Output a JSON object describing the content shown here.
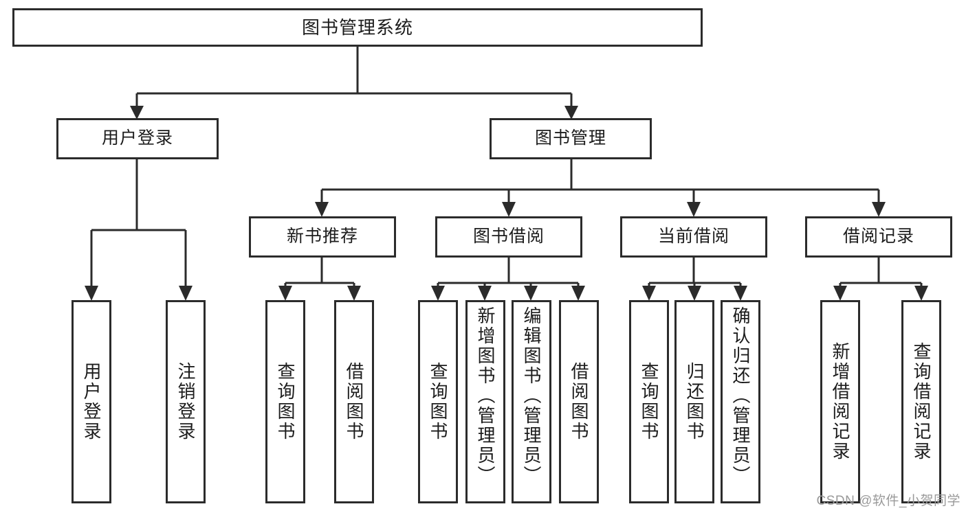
{
  "diagram": {
    "type": "tree-hierarchy",
    "title": "图书管理系统",
    "watermark": "CSDN @软件_小贺同学",
    "colors": {
      "stroke": "#2b2b2b",
      "fill": "#ffffff",
      "text": "#1c1c1c",
      "watermark": "#9a9a9a"
    },
    "nodes": {
      "root": {
        "label": "图书管理系统",
        "level": 1
      },
      "level2": [
        {
          "id": "user-login",
          "label": "用户登录"
        },
        {
          "id": "book-manage",
          "label": "图书管理"
        }
      ],
      "level3": [
        {
          "id": "new-book-rec",
          "label": "新书推荐",
          "parent": "book-manage"
        },
        {
          "id": "book-borrow",
          "label": "图书借阅",
          "parent": "book-manage"
        },
        {
          "id": "current-borrow",
          "label": "当前借阅",
          "parent": "book-manage"
        },
        {
          "id": "borrow-record",
          "label": "借阅记录",
          "parent": "book-manage"
        }
      ],
      "leaves": [
        {
          "id": "leaf-user-login",
          "label": "用户登录",
          "parent": "user-login"
        },
        {
          "id": "leaf-logout",
          "label": "注销登录",
          "parent": "user-login"
        },
        {
          "id": "leaf-query-book-1",
          "label": "查询图书",
          "parent": "new-book-rec"
        },
        {
          "id": "leaf-borrow-book-1",
          "label": "借阅图书",
          "parent": "new-book-rec"
        },
        {
          "id": "leaf-query-book-2",
          "label": "查询图书",
          "parent": "book-borrow"
        },
        {
          "id": "leaf-add-book",
          "label": "新增图书（管理员）",
          "parent": "book-borrow"
        },
        {
          "id": "leaf-edit-book",
          "label": "编辑图书（管理员）",
          "parent": "book-borrow"
        },
        {
          "id": "leaf-borrow-book-2",
          "label": "借阅图书",
          "parent": "book-borrow"
        },
        {
          "id": "leaf-query-book-3",
          "label": "查询图书",
          "parent": "current-borrow"
        },
        {
          "id": "leaf-return-book",
          "label": "归还图书",
          "parent": "current-borrow"
        },
        {
          "id": "leaf-confirm-return",
          "label": "确认归还（管理员）",
          "parent": "current-borrow"
        },
        {
          "id": "leaf-add-record",
          "label": "新增借阅记录",
          "parent": "borrow-record"
        },
        {
          "id": "leaf-query-record",
          "label": "查询借阅记录",
          "parent": "borrow-record"
        }
      ]
    }
  }
}
